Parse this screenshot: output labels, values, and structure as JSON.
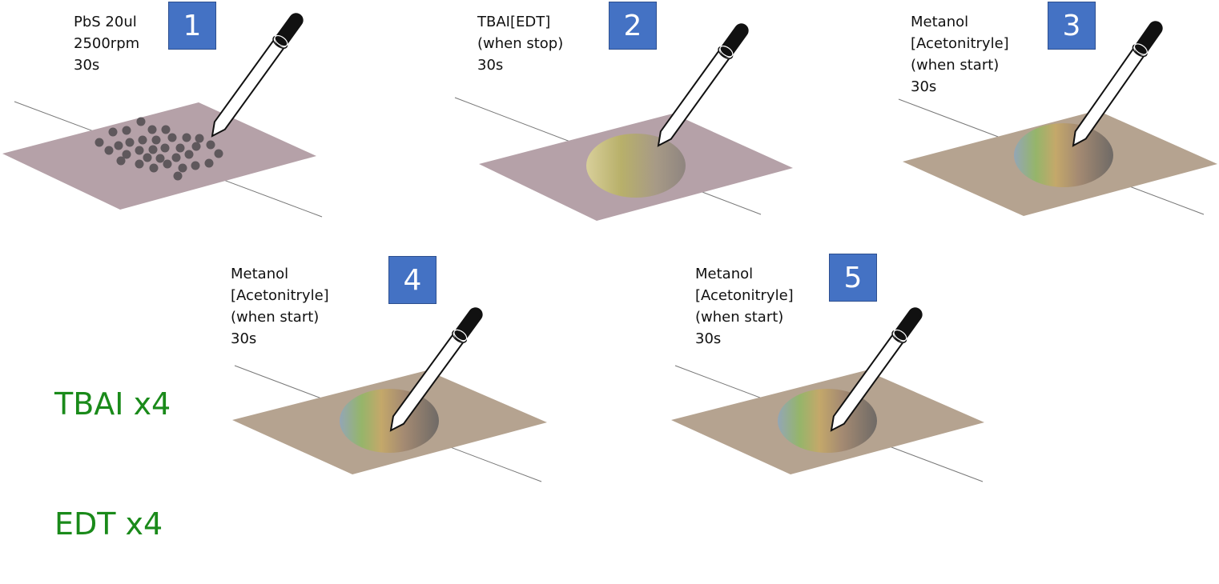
{
  "colors": {
    "badge": "#4472c4",
    "side_text": "#1a8a1a",
    "slide_pink": "#b5a1a8",
    "slide_tan": "#b5a390",
    "dots": "#5f585c",
    "dropper_bulb": "#111111"
  },
  "steps": [
    {
      "number": "1",
      "lines": [
        "PbS 20ul",
        "2500rpm",
        "30s"
      ],
      "surface": "dots",
      "slide": "pink"
    },
    {
      "number": "2",
      "lines": [
        "TBAI[EDT]",
        "(when stop)",
        "30s"
      ],
      "surface": "film",
      "slide": "pink"
    },
    {
      "number": "3",
      "lines": [
        "Metanol",
        "[Acetonitryle]",
        "(when start)",
        "30s"
      ],
      "surface": "film-rainbow",
      "slide": "tan"
    },
    {
      "number": "4",
      "lines": [
        "Metanol",
        "[Acetonitryle]",
        "(when start)",
        "30s"
      ],
      "surface": "film-rainbow",
      "slide": "tan"
    },
    {
      "number": "5",
      "lines": [
        "Metanol",
        "[Acetonitryle]",
        "(when start)",
        "30s"
      ],
      "surface": "film-rainbow",
      "slide": "tan"
    }
  ],
  "side_note": {
    "line1": "TBAI x4",
    "line2": "EDT x4"
  }
}
